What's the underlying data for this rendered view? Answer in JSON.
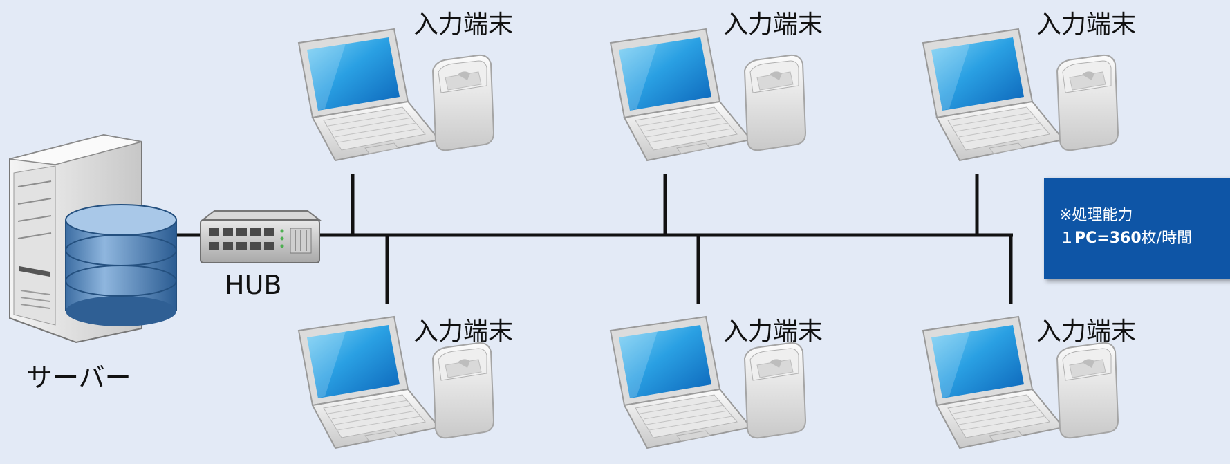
{
  "server": {
    "label": "サーバー"
  },
  "hub": {
    "label": "HUB"
  },
  "terminals": [
    {
      "label": "入力端末"
    },
    {
      "label": "入力端末"
    },
    {
      "label": "入力端末"
    },
    {
      "label": "入力端末"
    },
    {
      "label": "入力端末"
    },
    {
      "label": "入力端末"
    }
  ],
  "note": {
    "line1": "※処理能力",
    "prefix": "１",
    "bold": "PC=360",
    "suffix": "枚/時間"
  },
  "colors": {
    "background": "#e3eaf6",
    "note_background": "#0e55a6",
    "line": "#111111"
  }
}
